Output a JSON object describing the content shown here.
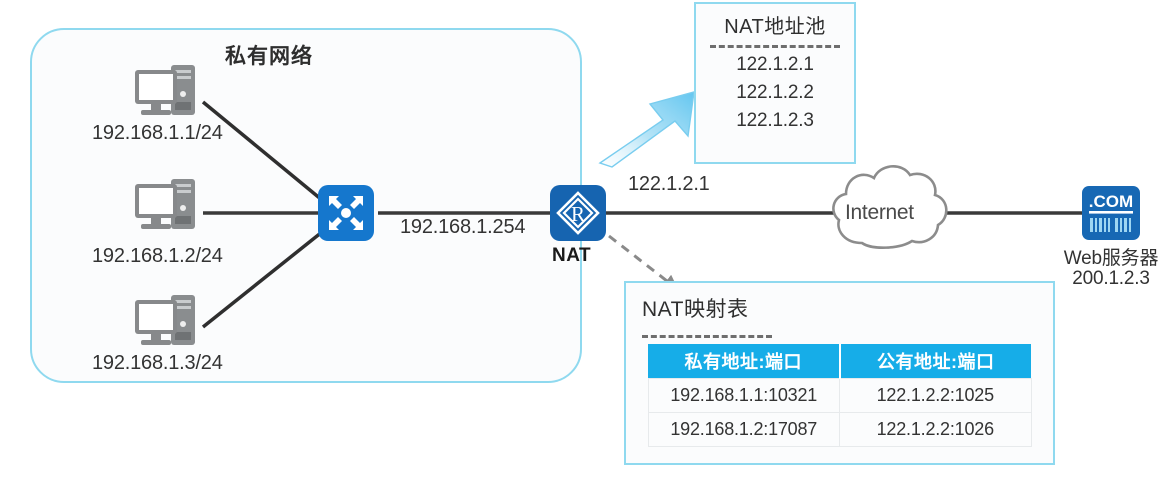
{
  "private_network": {
    "title": "私有网络",
    "hosts": [
      {
        "ip": "192.168.1.1/24"
      },
      {
        "ip": "192.168.1.2/24"
      },
      {
        "ip": "192.168.1.3/24"
      }
    ],
    "switch_icon": "switch-icon"
  },
  "router": {
    "icon_letter": "R",
    "caption": "NAT",
    "inside_interface_ip": "192.168.1.254",
    "outside_interface_ip": "122.1.2.1"
  },
  "nat_pool": {
    "title": "NAT地址池",
    "addresses": [
      "122.1.2.1",
      "122.1.2.2",
      "122.1.2.3"
    ]
  },
  "nat_map": {
    "title": "NAT映射表",
    "columns": [
      "私有地址:端口",
      "公有地址:端口"
    ],
    "rows": [
      [
        "192.168.1.1:10321",
        "122.1.2.2:1025"
      ],
      [
        "192.168.1.2:17087",
        "122.1.2.2:1026"
      ]
    ]
  },
  "internet": {
    "label": "Internet"
  },
  "web_server": {
    "icon_text": ".COM",
    "caption": "Web服务器",
    "ip": "200.1.2.3"
  },
  "colors": {
    "boundary_border": "#8fd9ef",
    "router_blue": "#1664b0",
    "switch_blue": "#1577cd",
    "table_header": "#16ade8",
    "arrow_blue": "#5bc5f2",
    "link_line": "#3a3a3a"
  }
}
